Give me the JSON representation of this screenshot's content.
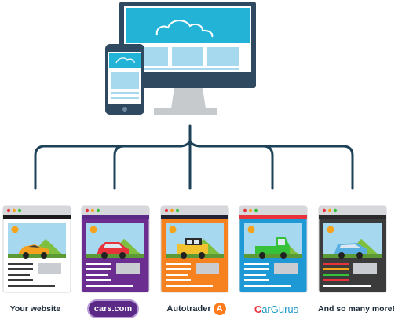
{
  "labels": {
    "your_website": "Your website",
    "cars": "cars.com",
    "autotrader": "Autotrader",
    "autotrader_mark": "A",
    "cargurus_c": "C",
    "cargurus_rest": "arGurus",
    "many_more": "And so many more!"
  },
  "cards": [
    {
      "name": "your-website",
      "header_color": "#d6d8db",
      "accent": "#1b1b1b",
      "body": "#ffffff",
      "sky": "#a6d8f0",
      "car": "#f4a11f",
      "car_type": "sport"
    },
    {
      "name": "cars-com",
      "header_color": "#d6d8db",
      "accent": "#5b2a86",
      "body": "#6b2d8f",
      "sky": "#a6d8f0",
      "car": "#e8333d",
      "car_type": "hatch"
    },
    {
      "name": "autotrader",
      "header_color": "#d6d8db",
      "accent": "#222233",
      "body": "#f5821f",
      "sky": "#a6d8f0",
      "car": "#f2c12e",
      "car_type": "jeep"
    },
    {
      "name": "cargurus",
      "header_color": "#d6d8db",
      "accent": "#e8333d",
      "body": "#1f98d6",
      "sky": "#a6d8f0",
      "car": "#35c23a",
      "car_type": "truck"
    },
    {
      "name": "and-so-many-more",
      "header_color": "#d6d8db",
      "accent": "#2b2b2b",
      "body": "#3b3b3b",
      "sky": "#a6d8f0",
      "car": "#5ab0e0",
      "car_type": "suv"
    }
  ],
  "colors": {
    "tree_line": "#1d4157",
    "device_dark": "#2f4a60",
    "device_screen": "#22b3d6",
    "screen_tile": "#a6d8ee",
    "monitor_stand": "#c7cacd",
    "sun": "#f7a21b",
    "mountain": "#7fbf3f"
  }
}
